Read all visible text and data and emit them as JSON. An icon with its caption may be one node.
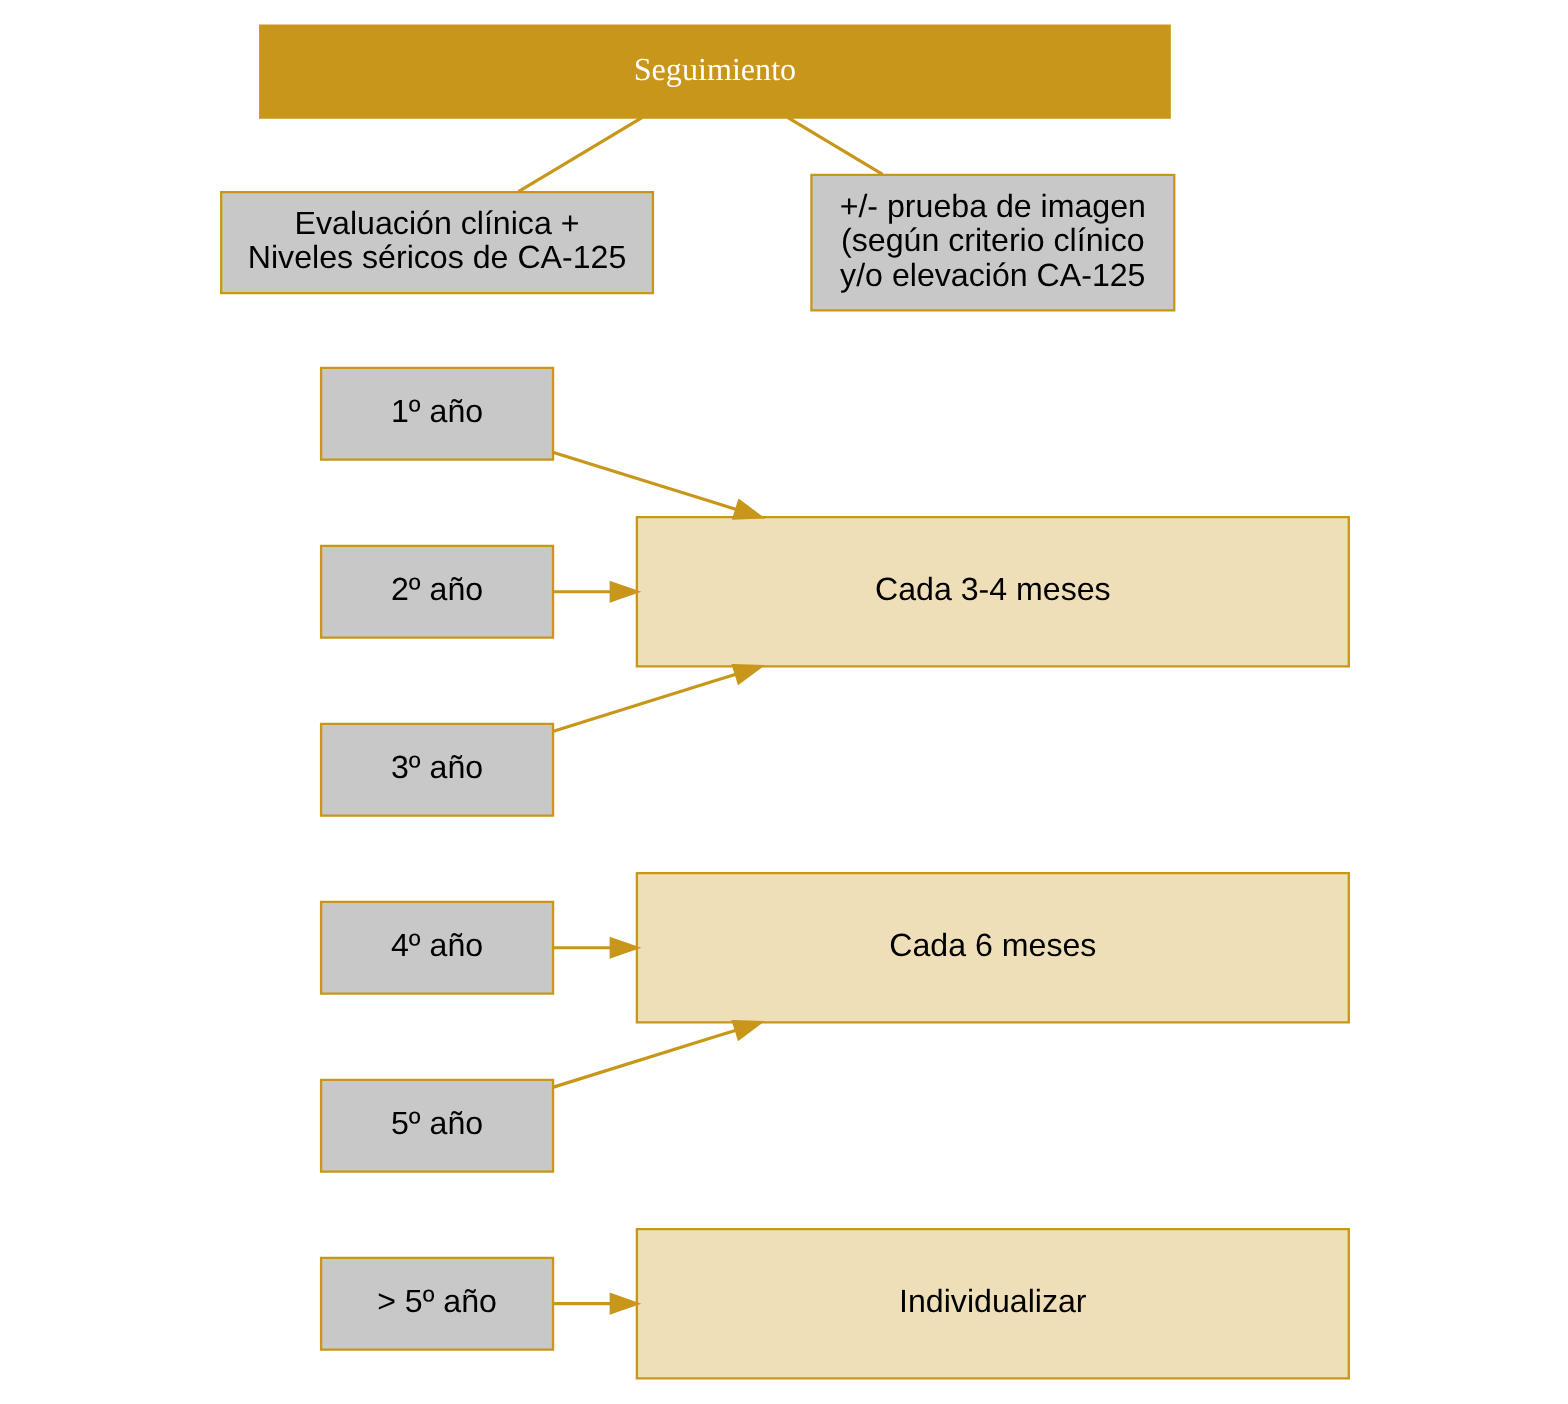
{
  "diagram": {
    "nodes": [
      {
        "text": [
          "Seguimiento"
        ]
      },
      {
        "text": [
          "Evaluación clínica + Niveles séricos de CA-125"
        ]
      },
      {
        "text": [
          "+/- prueba de imagen (según criterio clínico y/o elevación CA-125"
        ]
      },
      {
        "text": [
          "1º año"
        ]
      },
      {
        "text": [
          "2º año"
        ]
      },
      {
        "text": [
          "3º año"
        ]
      },
      {
        "text": [
          "Cada 3-4 meses"
        ]
      },
      {
        "text": [
          "4º año"
        ]
      },
      {
        "text": [
          "5º año"
        ]
      },
      {
        "text": [
          "Cada 6 meses"
        ]
      },
      {
        "text": [
          "> 5º año"
        ]
      },
      {
        "text": [
          "Individualizar"
        ]
      }
    ],
    "edges": [
      {
        "from": 0,
        "to": 1,
        "arrow": "none"
      },
      {
        "from": 0,
        "to": 2,
        "arrow": "none"
      },
      {
        "from": 3,
        "to": 6,
        "arrow": "to"
      },
      {
        "from": 4,
        "to": 6,
        "arrow": "to"
      },
      {
        "from": 5,
        "to": 6,
        "arrow": "to"
      },
      {
        "from": 7,
        "to": 9,
        "arrow": "to"
      },
      {
        "from": 8,
        "to": 9,
        "arrow": "to"
      },
      {
        "from": 10,
        "to": 11,
        "arrow": "to"
      }
    ]
  }
}
